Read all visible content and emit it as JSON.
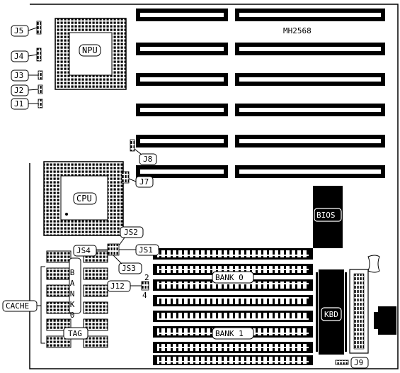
{
  "board": {
    "model": "MH2568",
    "components": {
      "npu": "NPU",
      "cpu": "CPU",
      "bios": "BIOS",
      "kbd": "KBD",
      "cache": "CACHE",
      "tag": "TAG",
      "bank0_side": "BANK0",
      "bank0": "BANK 0",
      "bank1": "BANK 1"
    },
    "jumpers": {
      "j1": "J1",
      "j2": "J2",
      "j3": "J3",
      "j4": "J4",
      "j5": "J5",
      "j7": "J7",
      "j8": "J8",
      "j9": "J9",
      "j12": "J12",
      "js1": "JS1",
      "js2": "JS2",
      "js3": "JS3",
      "js4": "JS4"
    },
    "pin_labels": {
      "j12_top": "2",
      "j12_bottom": "4"
    }
  },
  "colors": {
    "ink": "#000000",
    "paper": "#ffffff"
  }
}
